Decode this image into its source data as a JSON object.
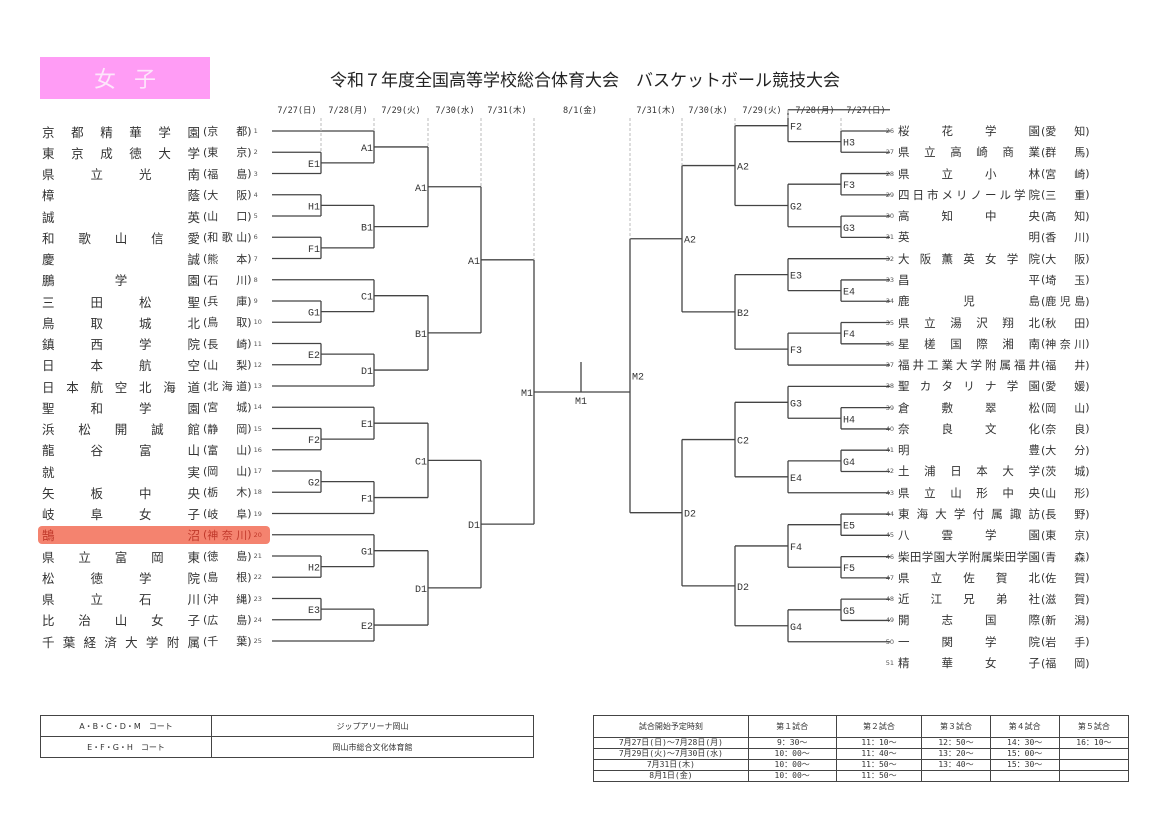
{
  "header": {
    "category": "女子",
    "title": "令和７年度全国高等学校総合体育大会　バスケットボール競技大会"
  },
  "dates": {
    "left": [
      "7/27(日)",
      "7/28(月)",
      "7/29(火)",
      "7/30(水)",
      "7/31(木)"
    ],
    "center": "8/1(金)",
    "right": [
      "7/31(木)",
      "7/30(水)",
      "7/29(火)",
      "7/28(月)",
      "7/27(日)"
    ]
  },
  "teams_left": [
    {
      "seed": "1",
      "name": "京都精華学園",
      "pref": "京都"
    },
    {
      "seed": "2",
      "name": "東京成徳大学",
      "pref": "東京"
    },
    {
      "seed": "3",
      "name": "県立光南",
      "pref": "福島"
    },
    {
      "seed": "4",
      "name": "樟蔭",
      "pref": "大阪"
    },
    {
      "seed": "5",
      "name": "誠英",
      "pref": "山口"
    },
    {
      "seed": "6",
      "name": "和歌山信愛",
      "pref": "和歌山"
    },
    {
      "seed": "7",
      "name": "慶誠",
      "pref": "熊本"
    },
    {
      "seed": "8",
      "name": "鵬学園",
      "pref": "石川"
    },
    {
      "seed": "9",
      "name": "三田松聖",
      "pref": "兵庫"
    },
    {
      "seed": "10",
      "name": "鳥取城北",
      "pref": "鳥取"
    },
    {
      "seed": "11",
      "name": "鎮西学院",
      "pref": "長崎"
    },
    {
      "seed": "12",
      "name": "日本航空",
      "pref": "山梨"
    },
    {
      "seed": "13",
      "name": "日本航空北海道",
      "pref": "北海道"
    },
    {
      "seed": "14",
      "name": "聖和学園",
      "pref": "宮城"
    },
    {
      "seed": "15",
      "name": "浜松開誠館",
      "pref": "静岡"
    },
    {
      "seed": "16",
      "name": "龍谷富山",
      "pref": "富山"
    },
    {
      "seed": "17",
      "name": "就実",
      "pref": "岡山"
    },
    {
      "seed": "18",
      "name": "矢板中央",
      "pref": "栃木"
    },
    {
      "seed": "19",
      "name": "岐阜女子",
      "pref": "岐阜"
    },
    {
      "seed": "20",
      "name": "鵠沼",
      "pref": "神奈川",
      "highlighted": true
    },
    {
      "seed": "21",
      "name": "県立富岡東",
      "pref": "徳島"
    },
    {
      "seed": "22",
      "name": "松徳学院",
      "pref": "島根"
    },
    {
      "seed": "23",
      "name": "県立石川",
      "pref": "沖縄"
    },
    {
      "seed": "24",
      "name": "比治山女子",
      "pref": "広島"
    },
    {
      "seed": "25",
      "name": "千葉経済大学附属",
      "pref": "千葉"
    }
  ],
  "teams_right": [
    {
      "seed": "26",
      "name": "桜花学園",
      "pref": "愛知"
    },
    {
      "seed": "27",
      "name": "県立高崎商業",
      "pref": "群馬"
    },
    {
      "seed": "28",
      "name": "県立小林",
      "pref": "宮崎"
    },
    {
      "seed": "29",
      "name": "四日市メリノール学院",
      "pref": "三重"
    },
    {
      "seed": "30",
      "name": "高知中央",
      "pref": "高知"
    },
    {
      "seed": "31",
      "name": "英明",
      "pref": "香川"
    },
    {
      "seed": "32",
      "name": "大阪薫英女学院",
      "pref": "大阪"
    },
    {
      "seed": "33",
      "name": "昌平",
      "pref": "埼玉"
    },
    {
      "seed": "34",
      "name": "鹿児島",
      "pref": "鹿児島"
    },
    {
      "seed": "35",
      "name": "県立湯沢翔北",
      "pref": "秋田"
    },
    {
      "seed": "36",
      "name": "星槎国際湘南",
      "pref": "神奈川"
    },
    {
      "seed": "37",
      "name": "福井工業大学附属福井",
      "pref": "福井"
    },
    {
      "seed": "38",
      "name": "聖カタリナ学園",
      "pref": "愛媛"
    },
    {
      "seed": "39",
      "name": "倉敷翠松",
      "pref": "岡山"
    },
    {
      "seed": "40",
      "name": "奈良文化",
      "pref": "奈良"
    },
    {
      "seed": "41",
      "name": "明豊",
      "pref": "大分"
    },
    {
      "seed": "42",
      "name": "土浦日本大学",
      "pref": "茨城"
    },
    {
      "seed": "43",
      "name": "県立山形中央",
      "pref": "山形"
    },
    {
      "seed": "44",
      "name": "東海大学付属諏訪",
      "pref": "長野"
    },
    {
      "seed": "45",
      "name": "八雲学園",
      "pref": "東京"
    },
    {
      "seed": "46",
      "name": "柴田学園大学附属柴田学園",
      "pref": "青森"
    },
    {
      "seed": "47",
      "name": "県立佐賀北",
      "pref": "佐賀"
    },
    {
      "seed": "48",
      "name": "近江兄弟社",
      "pref": "滋賀"
    },
    {
      "seed": "49",
      "name": "開志国際",
      "pref": "新潟"
    },
    {
      "seed": "50",
      "name": "一関学院",
      "pref": "岩手"
    },
    {
      "seed": "51",
      "name": "精華女子",
      "pref": "福岡"
    }
  ],
  "bracket_left": {
    "m": "M1",
    "c": [
      {
        "m": "A1",
        "c": [
          {
            "m": "A1",
            "c": [
              {
                "m": "A1",
                "c": [
                  1,
                  {
                    "m": "E1",
                    "c": [
                      2,
                      3
                    ]
                  }
                ]
              },
              {
                "m": "B1",
                "c": [
                  {
                    "m": "H1",
                    "c": [
                      4,
                      5
                    ]
                  },
                  {
                    "m": "F1",
                    "c": [
                      6,
                      7
                    ]
                  }
                ]
              }
            ]
          },
          {
            "m": "B1",
            "c": [
              {
                "m": "C1",
                "c": [
                  8,
                  {
                    "m": "G1",
                    "c": [
                      9,
                      10
                    ]
                  }
                ]
              },
              {
                "m": "D1",
                "c": [
                  {
                    "m": "E2",
                    "c": [
                      11,
                      12
                    ]
                  },
                  13
                ]
              }
            ]
          }
        ]
      },
      {
        "m": "D1",
        "c": [
          {
            "m": "C1",
            "c": [
              {
                "m": "E1",
                "c": [
                  14,
                  {
                    "m": "F2",
                    "c": [
                      15,
                      16
                    ]
                  }
                ]
              },
              {
                "m": "F1",
                "c": [
                  {
                    "m": "G2",
                    "c": [
                      17,
                      18
                    ]
                  },
                  19
                ]
              }
            ]
          },
          {
            "m": "D1",
            "c": [
              {
                "m": "G1",
                "c": [
                  20,
                  {
                    "m": "H2",
                    "c": [
                      21,
                      22
                    ]
                  }
                ]
              },
              {
                "m": "E2",
                "c": [
                  {
                    "m": "E3",
                    "c": [
                      23,
                      24
                    ]
                  },
                  25
                ]
              }
            ]
          }
        ]
      }
    ]
  },
  "bracket_right": {
    "m": "M2",
    "c": [
      {
        "m": "A2",
        "c": [
          {
            "m": "A2",
            "c": [
              {
                "m": "F2",
                "c": [
                  26,
                  {
                    "m": "H3",
                    "c": [
                      27,
                      28
                    ]
                  }
                ]
              },
              {
                "m": "G2",
                "c": [
                  {
                    "m": "F3",
                    "c": [
                      29,
                      30
                    ]
                  },
                  {
                    "m": "G3",
                    "c": [
                      31,
                      32
                    ]
                  }
                ]
              }
            ]
          },
          {
            "m": "B2",
            "c": [
              {
                "m": "E3",
                "c": [
                  33,
                  {
                    "m": "E4",
                    "c": [
                      34,
                      35
                    ]
                  }
                ]
              },
              {
                "m": "F3",
                "c": [
                  {
                    "m": "F4",
                    "c": [
                      36,
                      37
                    ]
                  },
                  38
                ]
              }
            ]
          }
        ]
      },
      {
        "m": "D2",
        "c": [
          {
            "m": "C2",
            "c": [
              {
                "m": "G3",
                "c": [
                  39,
                  {
                    "m": "H4",
                    "c": [
                      40,
                      41
                    ]
                  }
                ]
              },
              {
                "m": "E4",
                "c": [
                  {
                    "m": "G4",
                    "c": [
                      42,
                      43
                    ]
                  },
                  44
                ]
              }
            ]
          },
          {
            "m": "D2",
            "c": [
              {
                "m": "F4",
                "c": [
                  {
                    "m": "E5",
                    "c": [
                      45,
                      46
                    ]
                  },
                  {
                    "m": "F5",
                    "c": [
                      47,
                      48
                    ]
                  }
                ]
              },
              {
                "m": "G4",
                "c": [
                  {
                    "m": "G5",
                    "c": [
                      49,
                      50
                    ]
                  },
                  51
                ]
              }
            ]
          }
        ]
      }
    ]
  },
  "final_label": "M1",
  "courts": [
    {
      "courts": "A・B・C・D・M　コート",
      "venue": "ジップアリーナ岡山"
    },
    {
      "courts": "E・F・G・H　コート",
      "venue": "岡山市総合文化体育館"
    }
  ],
  "schedule": {
    "headers": [
      "試合開始予定時刻",
      "第１試合",
      "第２試合",
      "第３試合",
      "第４試合",
      "第５試合"
    ],
    "rows": [
      [
        "7月27日(日)～7月28日(月)",
        "9：30～",
        "11：10～",
        "12：50～",
        "14：30～",
        "16：10～"
      ],
      [
        "7月29日(火)～7月30日(水)",
        "10：00～",
        "11：40～",
        "13：20～",
        "15：00～",
        ""
      ],
      [
        "7月31日(木)",
        "10：00～",
        "11：50～",
        "13：40～",
        "15：30～",
        ""
      ],
      [
        "8月1日(金)",
        "10：00～",
        "11：50～",
        "",
        "",
        ""
      ]
    ]
  }
}
